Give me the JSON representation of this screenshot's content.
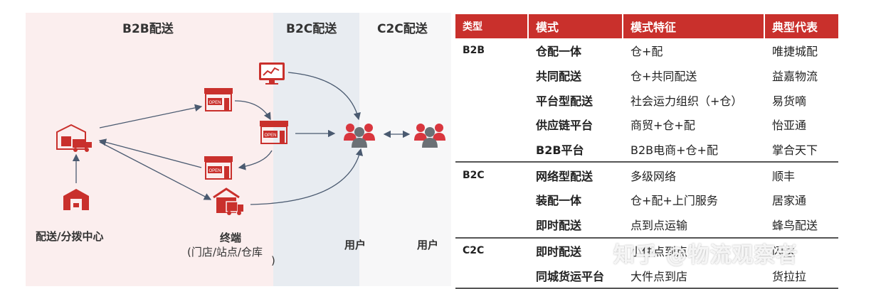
{
  "sections": {
    "b2b": "B2B配送",
    "b2c": "B2C配送",
    "c2c": "C2C配送"
  },
  "labels": {
    "dc": "配送/分拨中心",
    "terminal": "终端",
    "terminal_sub": "(门店/站点/仓库",
    "terminal_sub_end": ")",
    "user_b2c": "用户",
    "user_c2c": "用户"
  },
  "icons": {
    "store_sign": "OPEN",
    "colors": {
      "accent": "#c9302c",
      "user_red": "#d9363e",
      "user_gray": "#6b7075",
      "arrow": "#4a5a70"
    }
  },
  "table": {
    "headers": [
      "类型",
      "模式",
      "模式特征",
      "典型代表"
    ],
    "rows": [
      {
        "type": "B2B",
        "mode": "仓配一体",
        "feature": "仓+配",
        "rep": "唯捷城配"
      },
      {
        "type": "",
        "mode": "共同配送",
        "feature": "仓+共同配送",
        "rep": "益嘉物流"
      },
      {
        "type": "",
        "mode": "平台型配送",
        "feature": "社会运力组织（+仓）",
        "rep": "易货嘀"
      },
      {
        "type": "",
        "mode": "供应链平台",
        "feature": "商贸+仓+配",
        "rep": "怡亚通"
      },
      {
        "type": "",
        "mode": "B2B平台",
        "feature": "B2B电商+仓+配",
        "rep": "掌合天下"
      },
      {
        "type": "B2C",
        "mode": "网络型配送",
        "feature": "多级网络",
        "rep": "顺丰"
      },
      {
        "type": "",
        "mode": "装配一体",
        "feature": "仓+配+上门服务",
        "rep": "居家通"
      },
      {
        "type": "",
        "mode": "即时配送",
        "feature": "点到点运输",
        "rep": "蜂鸟配送"
      },
      {
        "type": "C2C",
        "mode": "即时配送",
        "feature": "小件点到点",
        "rep": "闪送"
      },
      {
        "type": "",
        "mode": "同城货运平台",
        "feature": "大件点到店",
        "rep": "货拉拉"
      }
    ]
  },
  "watermark": "知乎 @物流观察者"
}
